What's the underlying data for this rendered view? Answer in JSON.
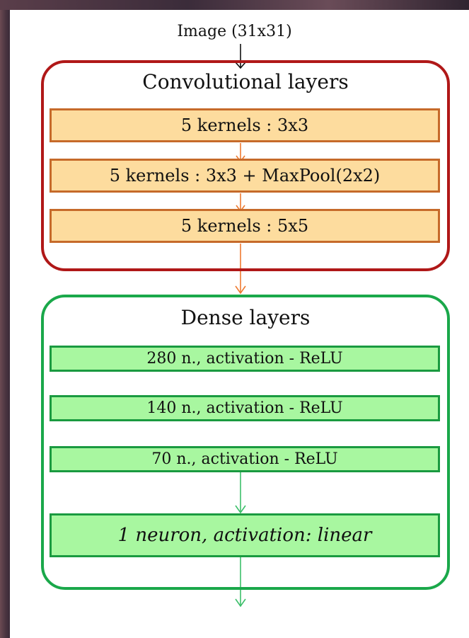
{
  "input": {
    "label": "Image (31x31)"
  },
  "conv": {
    "title": "Convolutional layers",
    "layers": [
      "5 kernels : 3x3",
      "5 kernels : 3x3 + MaxPool(2x2)",
      "5 kernels : 5x5"
    ],
    "border_color": "#b01818",
    "fill_color": "#fddc9e",
    "arrow_color": "#ee7a30"
  },
  "dense": {
    "title": "Dense layers",
    "layers": [
      "280 n., activation - ReLU",
      "140 n., activation - ReLU",
      "70 n., activation - ReLU"
    ],
    "output": "1 neuron, activation: linear",
    "border_color": "#1aa84a",
    "fill_color": "#a8f7a0",
    "arrow_color": "#3cbf6a"
  }
}
